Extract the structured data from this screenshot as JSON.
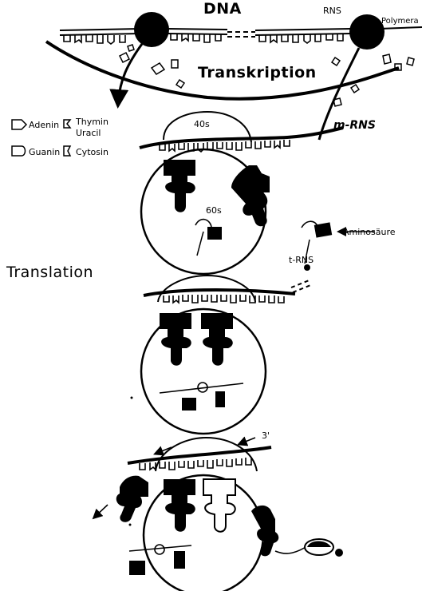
{
  "labels": {
    "dna": "DNA",
    "rns": "RNS",
    "polymerase": "Polymera",
    "transcription": "Transkription",
    "mrns": "m-RNS",
    "s40": "40s",
    "s60": "60s",
    "amino": "Aminosäure",
    "trns": "t-RNS",
    "translation": "Translation",
    "three_prime": "3'"
  },
  "legend": {
    "adenin": "Adenin",
    "guanin": "Guanin",
    "thymin": "Thymin",
    "uracil": "Uracil",
    "cytosin": "Cytosin"
  }
}
